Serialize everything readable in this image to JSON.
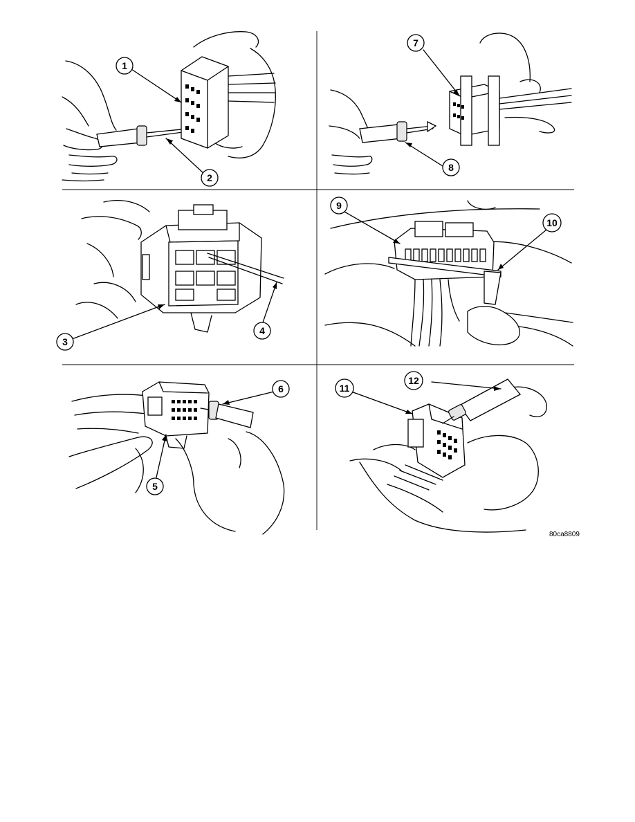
{
  "figure": {
    "id_code": "80ca8809",
    "panels": [
      {
        "position": "top-left",
        "callouts": [
          "1",
          "2"
        ]
      },
      {
        "position": "top-right",
        "callouts": [
          "7",
          "8"
        ]
      },
      {
        "position": "middle-left",
        "callouts": [
          "3",
          "4"
        ]
      },
      {
        "position": "middle-right",
        "callouts": [
          "9",
          "10"
        ]
      },
      {
        "position": "bottom-left",
        "callouts": [
          "5",
          "6"
        ]
      },
      {
        "position": "bottom-right",
        "callouts": [
          "11",
          "12"
        ]
      }
    ]
  }
}
